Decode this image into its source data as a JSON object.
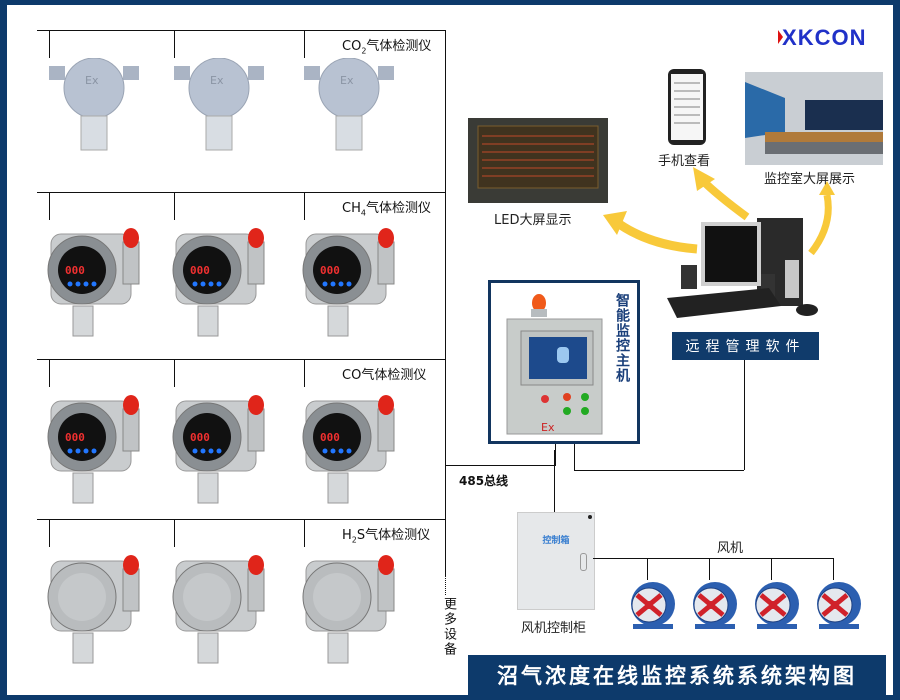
{
  "brand": {
    "logo_prefix": "X",
    "logo_text": "KCON",
    "accent_color": "#2031c8",
    "frame_color": "#0d3a6b"
  },
  "title": "沼气浓度在线监控系统系统架构图",
  "detector_groups": [
    {
      "label_main": "CO",
      "label_sub": "2",
      "label_suffix": "气体检测仪",
      "type": "plain-ex-housing",
      "count": 3
    },
    {
      "label_main": "CH",
      "label_sub": "4",
      "label_suffix": "气体检测仪",
      "type": "display-with-alarm-light",
      "count": 3,
      "display_value": "000"
    },
    {
      "label_main": "CO",
      "label_sub": "",
      "label_suffix": "气体检测仪",
      "type": "display-with-alarm-light",
      "count": 3,
      "display_value": "000"
    },
    {
      "label_main": "H",
      "label_sub": "2",
      "label_suffix": "S气体检测仪",
      "type": "plain-with-alarm-light",
      "count": 3
    }
  ],
  "more_devices": "更多设备",
  "bus_label": "485总线",
  "host": {
    "label": "智能监控主机",
    "ex_mark": "Ex"
  },
  "remote_software": "远程管理软件",
  "outputs": {
    "led": "LED大屏显示",
    "mobile": "手机查看",
    "control_room": "监控室大屏展示"
  },
  "fan_controller": {
    "label": "风机控制柜",
    "box_text": "控制箱"
  },
  "fans": {
    "label": "风机",
    "count": 4
  }
}
